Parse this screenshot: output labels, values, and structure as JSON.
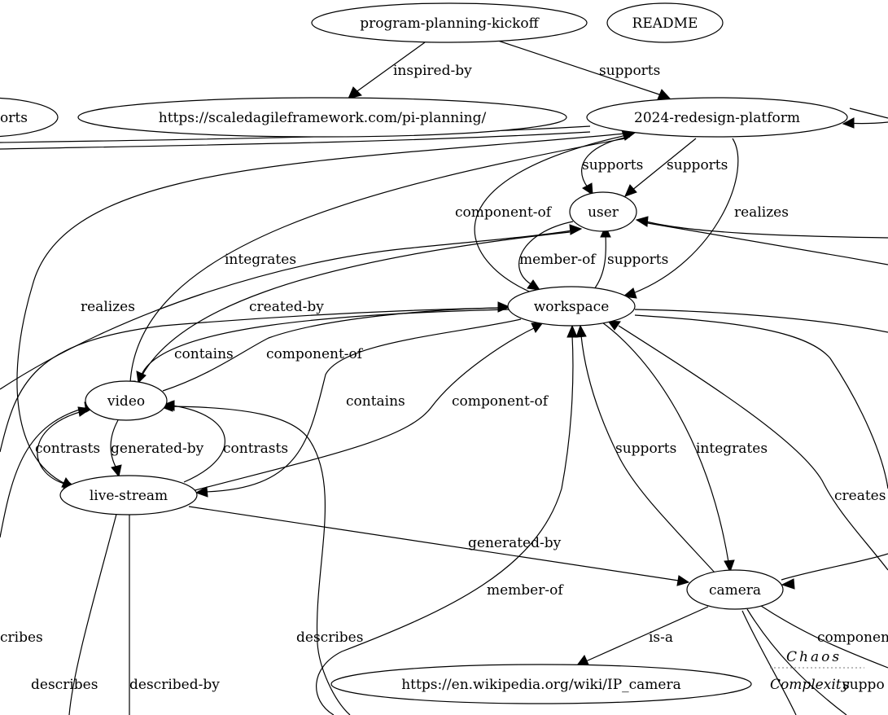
{
  "nodes": {
    "program_planning_kickoff": "program-planning-kickoff",
    "readme": "README",
    "ports_partial": "orts",
    "pi_planning_url": "https://scaledagileframework.com/pi-planning/",
    "redesign_platform": "2024-redesign-platform",
    "user": "user",
    "workspace": "workspace",
    "video": "video",
    "live_stream": "live-stream",
    "camera": "camera",
    "ip_camera_url": "https://en.wikipedia.org/wiki/IP_camera"
  },
  "edge_labels": {
    "inspired_by": "inspired-by",
    "supports_kickoff_platform": "supports",
    "supports_platform_user_a": "supports",
    "supports_platform_user_b": "supports",
    "realizes_platform_workspace": "realizes",
    "component_of_workspace_platform": "component-of",
    "integrates_platform_video": "integrates",
    "member_of_user_workspace": "member-of",
    "supports_workspace_user": "supports",
    "realizes_left": "realizes",
    "created_by": "created-by",
    "contains_workspace_video": "contains",
    "component_of_video_workspace": "component-of",
    "contains_workspace_live": "contains",
    "component_of_live_workspace": "component-of",
    "contrasts_a": "contrasts",
    "generated_by_video_live": "generated-by",
    "contrasts_b": "contrasts",
    "supports_camera_workspace": "supports",
    "integrates_workspace_camera": "integrates",
    "creates": "creates",
    "generated_by_live_camera": "generated-by",
    "member_of_bottom": "member-of",
    "is_a": "is-a",
    "component_right": "componen",
    "describes_left": "cribes",
    "describes_center": "describes",
    "describes_bottom": "describes",
    "described_by": "described-by",
    "suppo_right": "suppo"
  },
  "watermark": {
    "line1": "Chaos",
    "line2": "Complexity"
  }
}
